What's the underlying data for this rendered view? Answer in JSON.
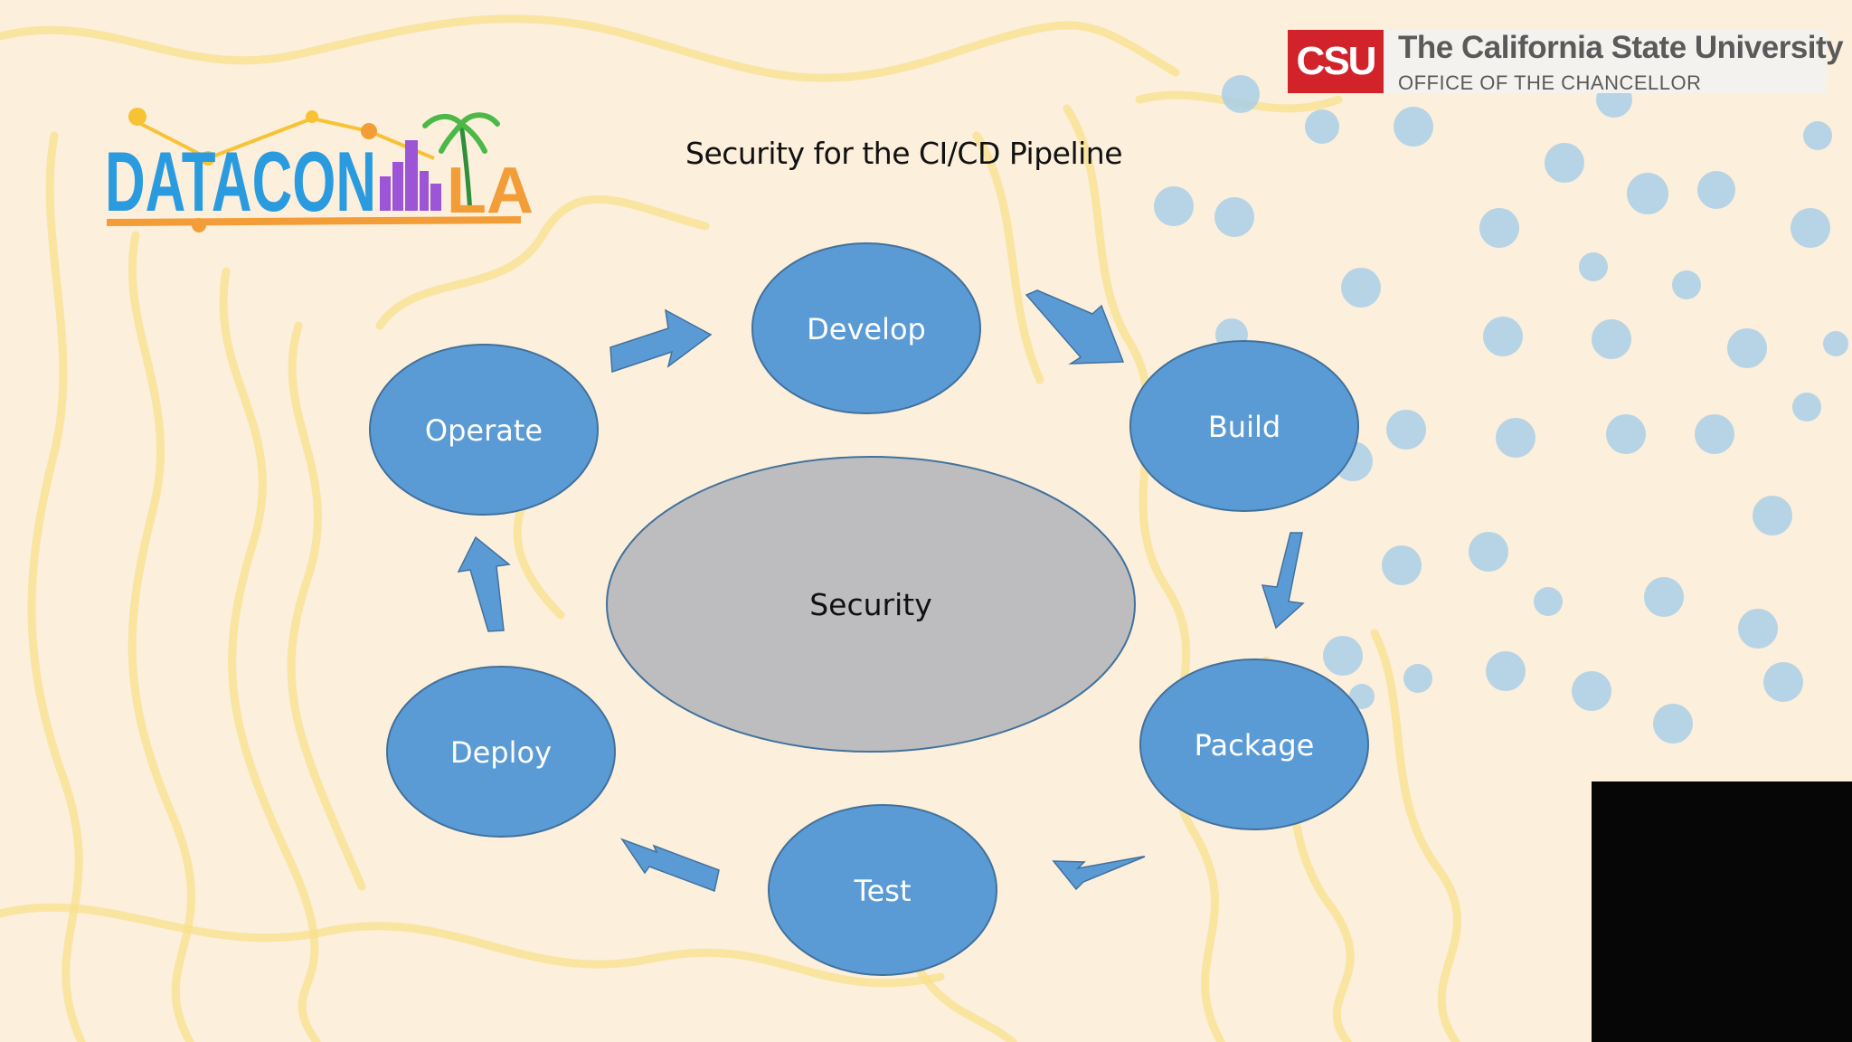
{
  "slide": {
    "title": "Security for the CI/CD Pipeline"
  },
  "csu_logo": {
    "badge": "CSU",
    "name": "The California State University",
    "office": "OFFICE OF THE CHANCELLOR",
    "color": "#d2232a"
  },
  "datacon_logo": {
    "text_main": "DATACON",
    "text_la": "LA"
  },
  "diagram": {
    "center": {
      "label": "Security",
      "color": "#bdbdbf"
    },
    "node_color": "#5b9bd5",
    "nodes": [
      {
        "id": "develop",
        "label": "Develop"
      },
      {
        "id": "build",
        "label": "Build"
      },
      {
        "id": "package",
        "label": "Package"
      },
      {
        "id": "test",
        "label": "Test"
      },
      {
        "id": "deploy",
        "label": "Deploy"
      },
      {
        "id": "operate",
        "label": "Operate"
      }
    ]
  }
}
